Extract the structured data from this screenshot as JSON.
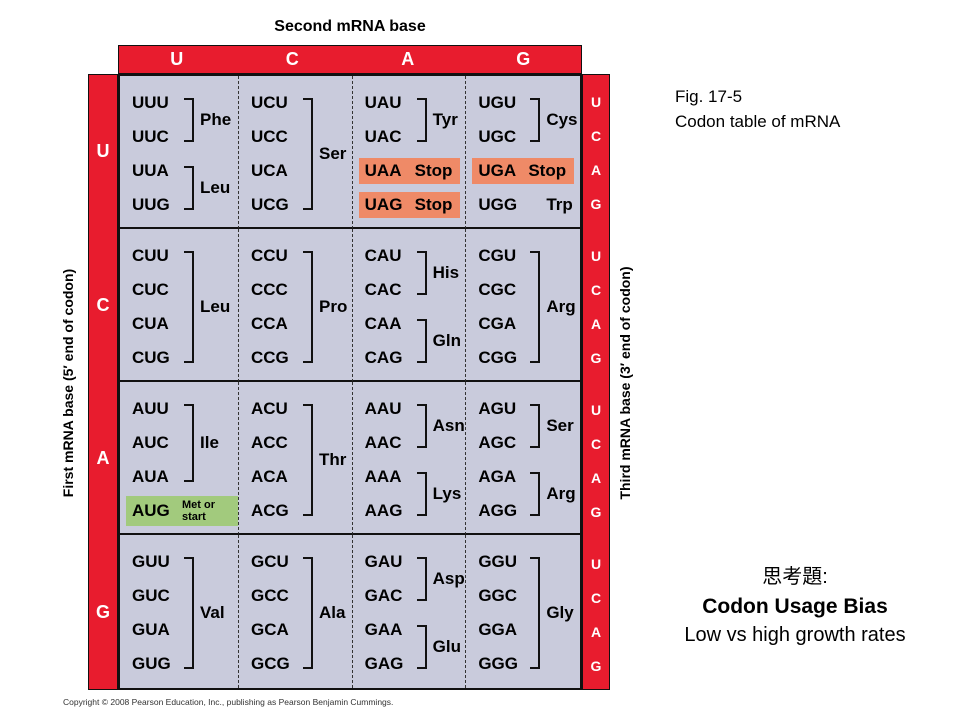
{
  "colors": {
    "red": "#e81c2e",
    "cell_bg": "#c9cbdc",
    "stop_bg": "#ef8a67",
    "start_bg": "#a2ca7d"
  },
  "axes": {
    "top": "Second mRNA base",
    "left": "First mRNA base (5′ end of codon)",
    "right": "Third mRNA base (3′ end of codon)"
  },
  "second_base_letters": [
    "U",
    "C",
    "A",
    "G"
  ],
  "first_base_letters": [
    "U",
    "C",
    "A",
    "G"
  ],
  "third_base_letters": [
    "U",
    "C",
    "A",
    "G"
  ],
  "annotations": {
    "fig_label": "Fig. 17-5",
    "fig_caption": "Codon table of mRNA",
    "note_line1": "思考題:",
    "note_line2": "Codon Usage Bias",
    "note_line3": "Low vs high growth rates"
  },
  "copyright": "Copyright © 2008 Pearson Education, Inc., publishing as Pearson Benjamin Cummings.",
  "cells": [
    {
      "row": "U",
      "col": "U",
      "groups": [
        {
          "style": "bracket",
          "codons": [
            "UUU",
            "UUC"
          ],
          "label": "Phe"
        },
        {
          "style": "bracket",
          "codons": [
            "UUA",
            "UUG"
          ],
          "label": "Leu"
        }
      ]
    },
    {
      "row": "U",
      "col": "C",
      "groups": [
        {
          "style": "bracket",
          "codons": [
            "UCU",
            "UCC",
            "UCA",
            "UCG"
          ],
          "label": "Ser"
        }
      ]
    },
    {
      "row": "U",
      "col": "A",
      "groups": [
        {
          "style": "bracket",
          "codons": [
            "UAU",
            "UAC"
          ],
          "label": "Tyr"
        },
        {
          "style": "stop",
          "codons": [
            "UAA"
          ],
          "label": "Stop"
        },
        {
          "style": "stop",
          "codons": [
            "UAG"
          ],
          "label": "Stop"
        }
      ]
    },
    {
      "row": "U",
      "col": "G",
      "groups": [
        {
          "style": "bracket",
          "codons": [
            "UGU",
            "UGC"
          ],
          "label": "Cys"
        },
        {
          "style": "stop",
          "codons": [
            "UGA"
          ],
          "label": "Stop"
        },
        {
          "style": "plain",
          "codons": [
            "UGG"
          ],
          "label": "Trp"
        }
      ]
    },
    {
      "row": "C",
      "col": "U",
      "groups": [
        {
          "style": "bracket",
          "codons": [
            "CUU",
            "CUC",
            "CUA",
            "CUG"
          ],
          "label": "Leu"
        }
      ]
    },
    {
      "row": "C",
      "col": "C",
      "groups": [
        {
          "style": "bracket",
          "codons": [
            "CCU",
            "CCC",
            "CCA",
            "CCG"
          ],
          "label": "Pro"
        }
      ]
    },
    {
      "row": "C",
      "col": "A",
      "groups": [
        {
          "style": "bracket",
          "codons": [
            "CAU",
            "CAC"
          ],
          "label": "His"
        },
        {
          "style": "bracket",
          "codons": [
            "CAA",
            "CAG"
          ],
          "label": "Gln"
        }
      ]
    },
    {
      "row": "C",
      "col": "G",
      "groups": [
        {
          "style": "bracket",
          "codons": [
            "CGU",
            "CGC",
            "CGA",
            "CGG"
          ],
          "label": "Arg"
        }
      ]
    },
    {
      "row": "A",
      "col": "U",
      "groups": [
        {
          "style": "bracket",
          "codons": [
            "AUU",
            "AUC",
            "AUA"
          ],
          "label": "Ile"
        },
        {
          "style": "start",
          "codons": [
            "AUG"
          ],
          "label": "Met or start"
        }
      ]
    },
    {
      "row": "A",
      "col": "C",
      "groups": [
        {
          "style": "bracket",
          "codons": [
            "ACU",
            "ACC",
            "ACA",
            "ACG"
          ],
          "label": "Thr"
        }
      ]
    },
    {
      "row": "A",
      "col": "A",
      "groups": [
        {
          "style": "bracket",
          "codons": [
            "AAU",
            "AAC"
          ],
          "label": "Asn"
        },
        {
          "style": "bracket",
          "codons": [
            "AAA",
            "AAG"
          ],
          "label": "Lys"
        }
      ]
    },
    {
      "row": "A",
      "col": "G",
      "groups": [
        {
          "style": "bracket",
          "codons": [
            "AGU",
            "AGC"
          ],
          "label": "Ser"
        },
        {
          "style": "bracket",
          "codons": [
            "AGA",
            "AGG"
          ],
          "label": "Arg"
        }
      ]
    },
    {
      "row": "G",
      "col": "U",
      "groups": [
        {
          "style": "bracket",
          "codons": [
            "GUU",
            "GUC",
            "GUA",
            "GUG"
          ],
          "label": "Val"
        }
      ]
    },
    {
      "row": "G",
      "col": "C",
      "groups": [
        {
          "style": "bracket",
          "codons": [
            "GCU",
            "GCC",
            "GCA",
            "GCG"
          ],
          "label": "Ala"
        }
      ]
    },
    {
      "row": "G",
      "col": "A",
      "groups": [
        {
          "style": "bracket",
          "codons": [
            "GAU",
            "GAC"
          ],
          "label": "Asp"
        },
        {
          "style": "bracket",
          "codons": [
            "GAA",
            "GAG"
          ],
          "label": "Glu"
        }
      ]
    },
    {
      "row": "G",
      "col": "G",
      "groups": [
        {
          "style": "bracket",
          "codons": [
            "GGU",
            "GGC",
            "GGA",
            "GGG"
          ],
          "label": "Gly"
        }
      ]
    }
  ]
}
